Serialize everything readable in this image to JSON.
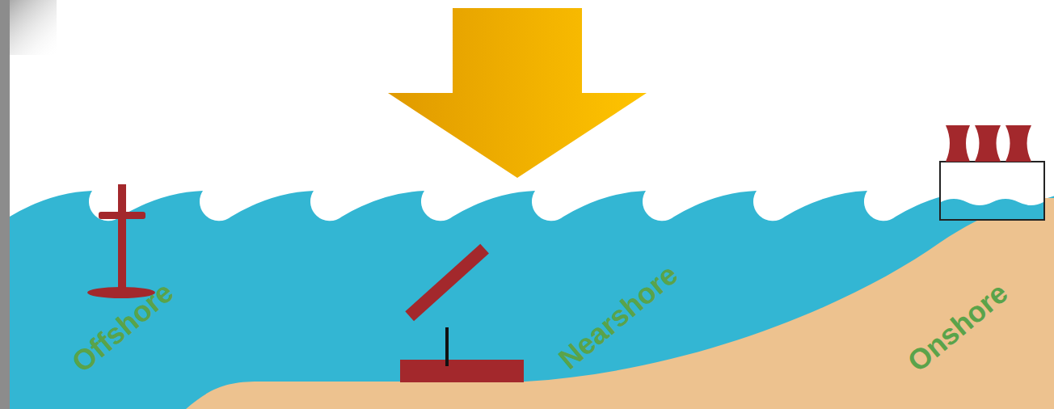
{
  "diagram": {
    "labels": [
      "Offshore",
      "Nearshore",
      "Onshore"
    ]
  }
}
